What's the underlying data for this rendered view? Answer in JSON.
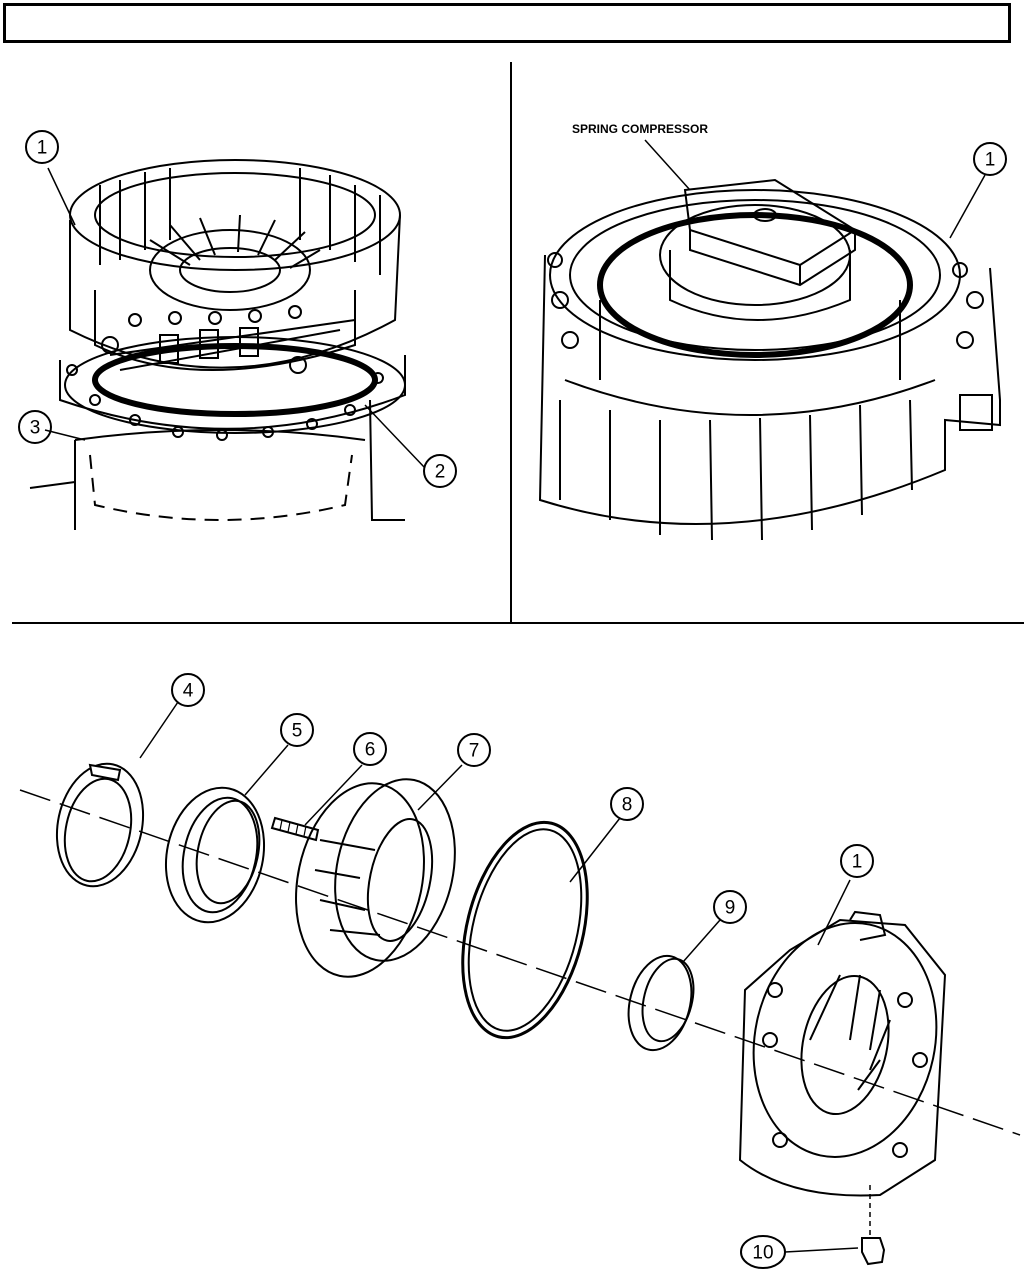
{
  "header": {
    "title": ""
  },
  "figure_top_right": {
    "label": "SPRING COMPRESSOR"
  },
  "callouts": {
    "c1_a": "1",
    "c3": "3",
    "c2": "2",
    "c1_b": "1",
    "c4": "4",
    "c5": "5",
    "c6": "6",
    "c7": "7",
    "c8": "8",
    "c9": "9",
    "c1_c": "1",
    "c10": "10"
  }
}
